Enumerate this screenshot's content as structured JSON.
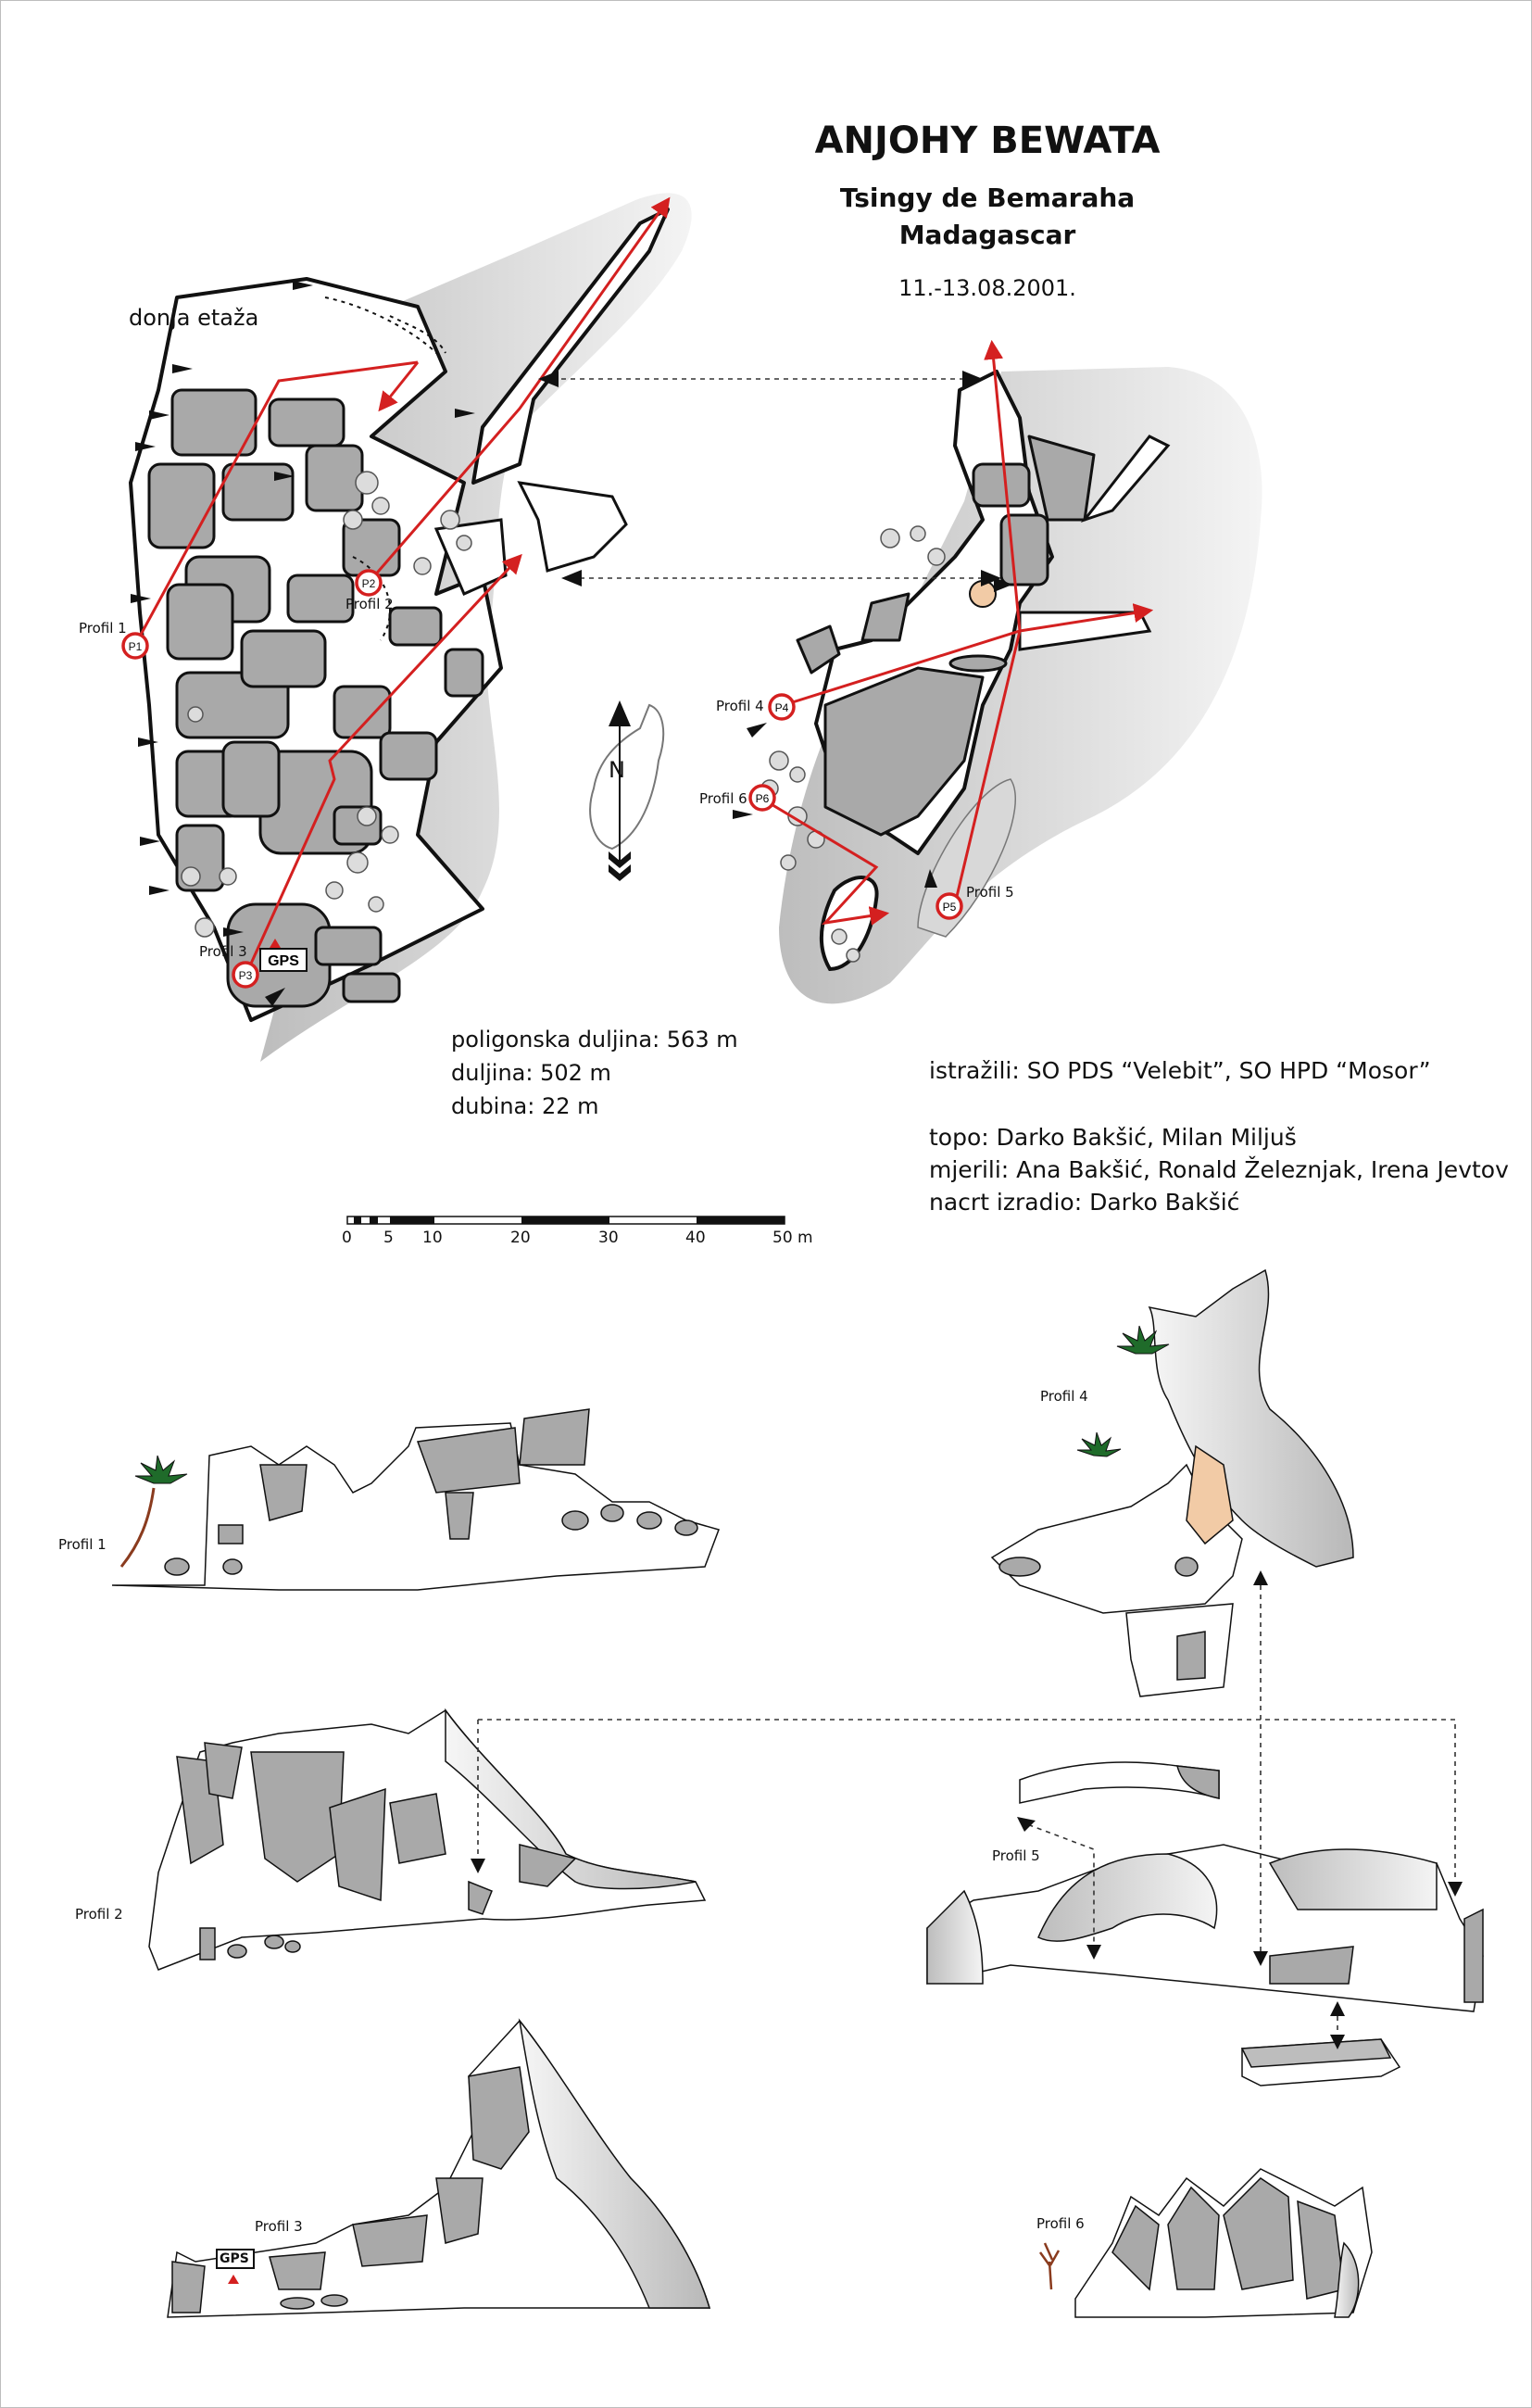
{
  "title": "ANJOHY BEWATA",
  "subtitle1": "Tsingy de Bemaraha",
  "subtitle2": "Madagascar",
  "date": "11.-13.08.2001.",
  "level_label": "donja etaža",
  "north": "N",
  "gps": "GPS",
  "profiles": {
    "p1": "Profil 1",
    "p2": "Profil 2",
    "p3": "Profil 3",
    "p4": "Profil 4",
    "p5": "Profil 5",
    "p6": "Profil 6"
  },
  "points": {
    "p1": "P1",
    "p2": "P2",
    "p3": "P3",
    "p4": "P4",
    "p5": "P5",
    "p6": "P6"
  },
  "stats": {
    "polygon": "poligonska duljina: 563 m",
    "length": "duljina: 502 m",
    "depth": "dubina: 22 m"
  },
  "credits": {
    "explored": "istražili: SO PDS “Velebit”, SO HPD “Mosor”",
    "topo": "topo: Darko Bakšić, Milan Miljuš",
    "measured": "mjerili: Ana Bakšić, Ronald Železnjak, Irena Jevtov",
    "drawn": "nacrt izradio: Darko Bakšić"
  },
  "scale_ticks": [
    "0",
    "5",
    "10",
    "20",
    "30",
    "40",
    "50 m"
  ],
  "colors": {
    "survey": "#d42020",
    "rock": "#a9a9a9",
    "shade": "#cfcfcf",
    "accent": "#f2cba6"
  }
}
